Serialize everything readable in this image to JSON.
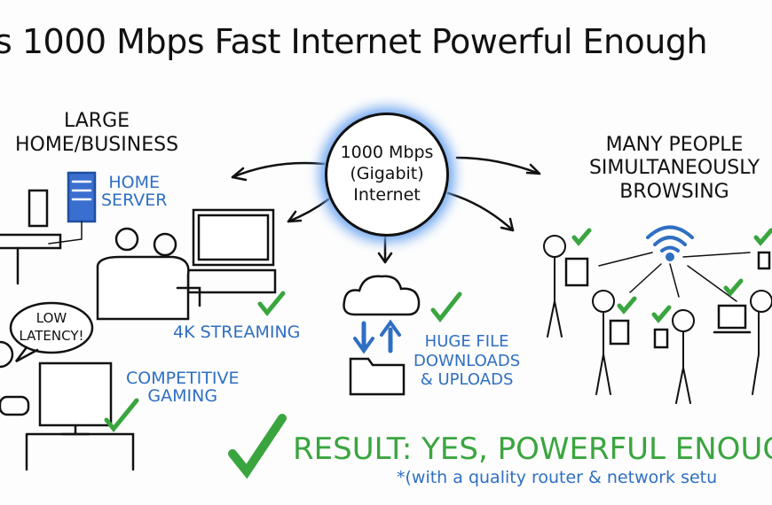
{
  "title": "s 1000 Mbps Fast Internet Powerful Enough",
  "center": {
    "line1": "1000 Mbps",
    "line2": "(Gigabit)",
    "line3": "Internet"
  },
  "left_heading": {
    "line1": "LARGE",
    "line2": "HOME/BUSINESS"
  },
  "right_heading": {
    "line1": "MANY PEOPLE",
    "line2": "SIMULTANEOUSLY",
    "line3": "BROWSING"
  },
  "labels": {
    "home_server": {
      "line1": "HOME",
      "line2": "SERVER"
    },
    "streaming": "4K STREAMING",
    "gaming": {
      "line1": "COMPETITIVE",
      "line2": "GAMING"
    },
    "speech": {
      "line1": "LOW",
      "line2": "LATENCY!"
    },
    "files": {
      "line1": "HUGE FILE",
      "line2": "DOWNLOADS",
      "line3": "& UPLOADS"
    }
  },
  "result": "RESULT: YES, POWERFUL ENOUG",
  "note": "*(with a quality router & network setu",
  "colors": {
    "check": "#3aa53f",
    "label_blue": "#2f6fc2",
    "glow": "#6ea6f0",
    "ink": "#111111"
  },
  "icons": [
    "server-icon",
    "monitor-icon",
    "tv-icon",
    "sofa-icon",
    "cloud-icon",
    "folder-icon",
    "wifi-icon",
    "check-icon",
    "arrow-icon",
    "tablet-icon",
    "phone-icon",
    "laptop-icon",
    "gamepad-icon"
  ]
}
